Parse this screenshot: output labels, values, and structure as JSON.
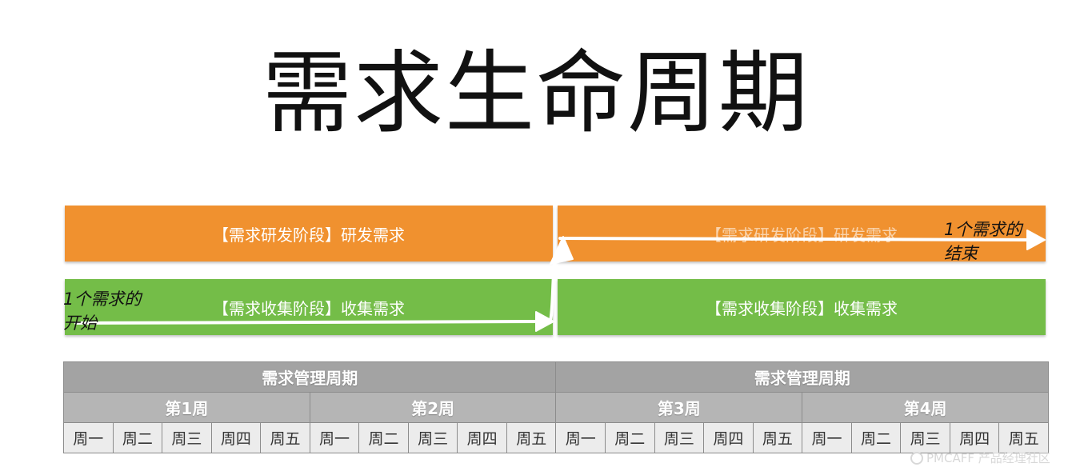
{
  "title": "需求生命周期",
  "bars": {
    "dev_left": "【需求研发阶段】研发需求",
    "dev_right": "【需求研发阶段】研发需求",
    "collect_left": "【需求收集阶段】收集需求",
    "collect_right": "【需求收集阶段】收集需求"
  },
  "notes": {
    "start_line1": "1个需求的",
    "start_line2": "开始",
    "end_line1": "1个需求的",
    "end_line2": "结束"
  },
  "schedule": {
    "cycles": [
      "需求管理周期",
      "需求管理周期"
    ],
    "weeks": [
      "第1周",
      "第2周",
      "第3周",
      "第4周"
    ],
    "days": [
      "周一",
      "周二",
      "周三",
      "周四",
      "周五",
      "周一",
      "周二",
      "周三",
      "周四",
      "周五",
      "周一",
      "周二",
      "周三",
      "周四",
      "周五",
      "周一",
      "周二",
      "周三",
      "周四",
      "周五"
    ]
  },
  "watermark": "PMCAFF 产品经理社区",
  "colors": {
    "orange": "#f0912f",
    "green": "#74bd48",
    "header_gray": "#a3a3a3",
    "day_gray": "#ececec"
  }
}
